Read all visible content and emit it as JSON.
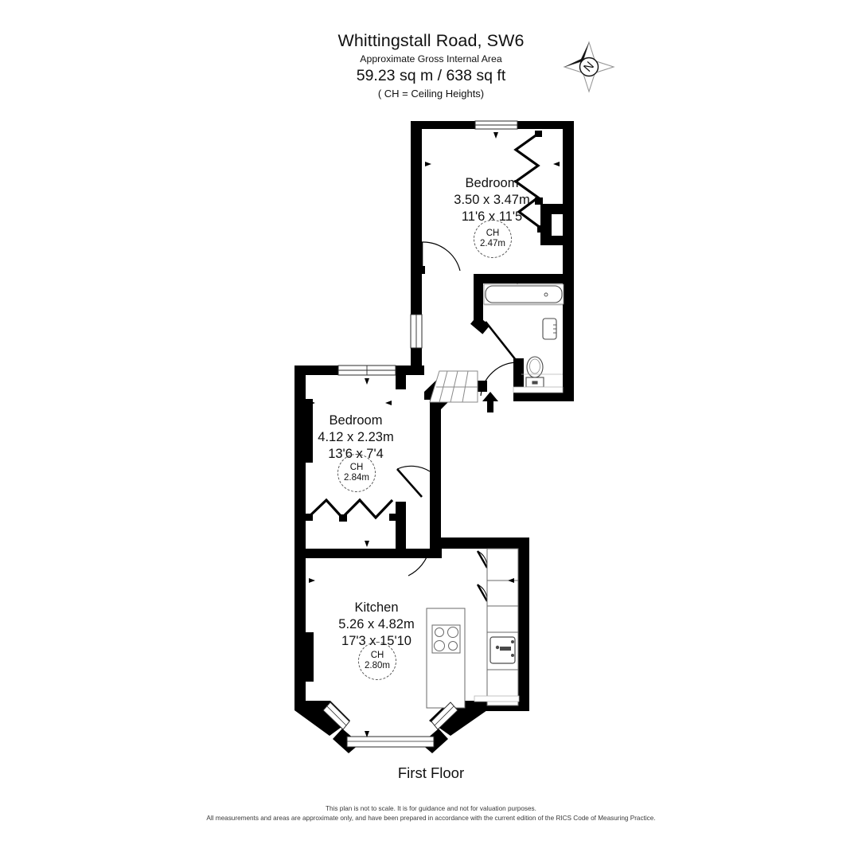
{
  "header": {
    "title": "Whittingstall Road, SW6",
    "subtitle": "Approximate Gross Internal Area",
    "area": "59.23 sq m /  638 sq ft",
    "ch_note": "( CH = Ceiling Heights)"
  },
  "compass": {
    "label": "N",
    "name": "compass-rose"
  },
  "rooms": [
    {
      "id": "bedroom-1",
      "name": "Bedroom",
      "dim_metric": "3.50 x 3.47m",
      "dim_imperial": "11'6 x 11'5",
      "ch_label": "CH",
      "ch_value": "2.47m"
    },
    {
      "id": "bedroom-2",
      "name": "Bedroom",
      "dim_metric": "4.12 x 2.23m",
      "dim_imperial": "13'6 x 7'4",
      "ch_label": "CH",
      "ch_value": "2.84m"
    },
    {
      "id": "kitchen",
      "name": "Kitchen",
      "dim_metric": "5.26 x 4.82m",
      "dim_imperial": "17'3 x 15'10",
      "ch_label": "CH",
      "ch_value": "2.80m"
    }
  ],
  "fixtures": {
    "bath": "bath-tub",
    "basin": "wash-basin",
    "wc": "toilet",
    "hob": "kitchen-hob",
    "sink": "kitchen-sink",
    "island": "kitchen-island",
    "counter": "kitchen-counter",
    "stairs": "staircase",
    "stairs_direction": "up"
  },
  "floor": {
    "label": "First Floor"
  },
  "disclaimer": {
    "line1": "This plan is not to scale. It is for guidance and not for valuation purposes.",
    "line2": "All measurements and areas are approximate only, and have been prepared in accordance with the current edition of the RICS Code of Measuring Practice."
  },
  "colors": {
    "wall": "#000000",
    "background": "#ffffff",
    "fixture_line": "#5a5a5a",
    "text": "#111111"
  }
}
